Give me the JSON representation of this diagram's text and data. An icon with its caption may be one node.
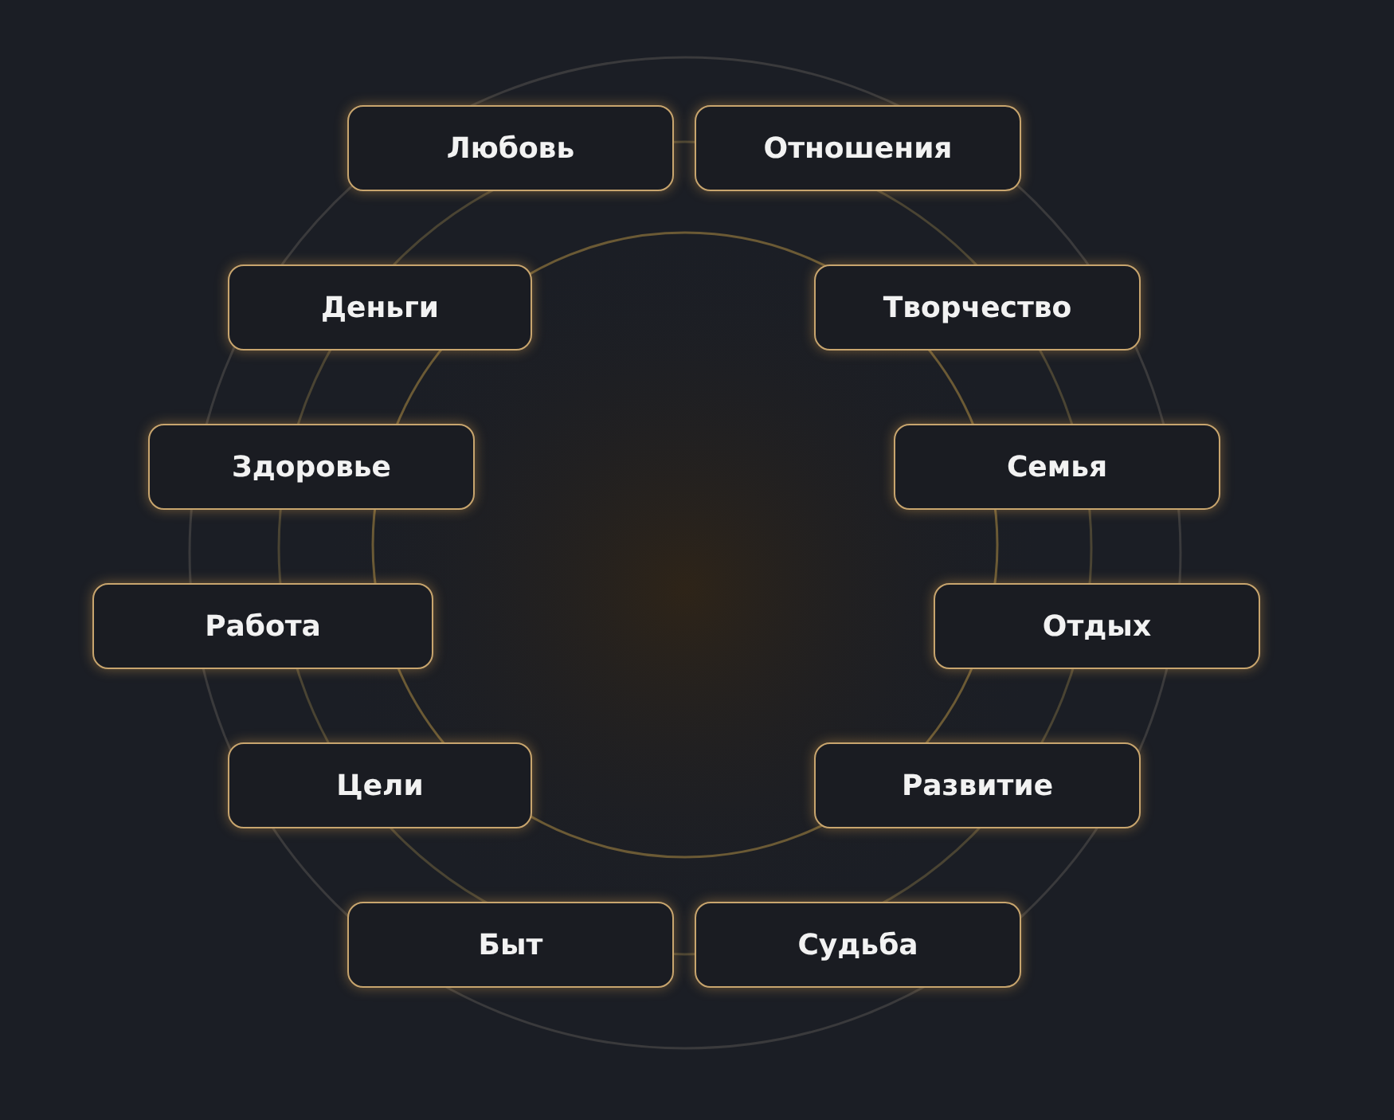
{
  "diagram": {
    "nodes": [
      {
        "text": [
          "Любовь"
        ]
      },
      {
        "text": [
          "Отношения"
        ]
      },
      {
        "text": [
          "Деньги"
        ]
      },
      {
        "text": [
          "Творчество"
        ]
      },
      {
        "text": [
          "Здоровье"
        ]
      },
      {
        "text": [
          "Семья"
        ]
      },
      {
        "text": [
          "Работа"
        ]
      },
      {
        "text": [
          "Отдых"
        ]
      },
      {
        "text": [
          "Цели"
        ]
      },
      {
        "text": [
          "Развитие"
        ]
      },
      {
        "text": [
          "Быт"
        ]
      },
      {
        "text": [
          "Судьба"
        ]
      }
    ]
  }
}
